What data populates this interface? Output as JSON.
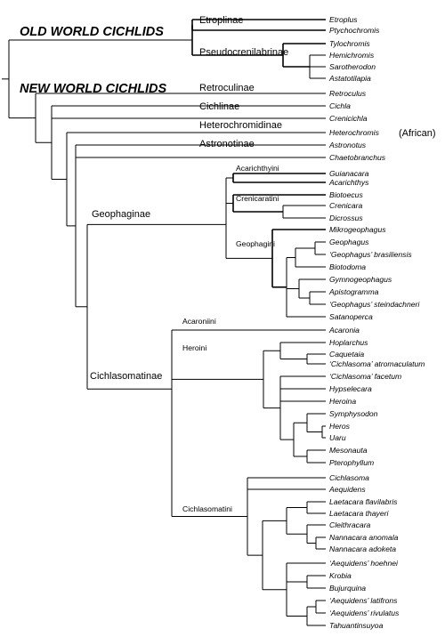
{
  "headings": {
    "old_world": "OLD WORLD CICHLIDS",
    "new_world": "NEW WORLD CICHLIDS"
  },
  "annotation": "(African)",
  "groups": [
    "Etroplinae",
    "Pseudocrenilabrinae",
    "Retroculinae",
    "Cichlinae",
    "Heterochromidinae",
    "Astronotinae",
    "Geophaginae",
    "Acarichthyini",
    "Crenicaratini",
    "Geophagini",
    "Cichlasomatinae",
    "Acaroniini",
    "Heroini",
    "Cichlasomatini"
  ],
  "taxa": [
    "Etroplus",
    "Ptychochromis",
    "Tylochromis",
    "Hemichromis",
    "Sarotherodon",
    "Astatotilapia",
    "Retroculus",
    "Cichla",
    "Crenicichla",
    "Heterochromis",
    "Astronotus",
    "Chaetobranchus",
    "Guianacara",
    "Acarichthys",
    "Biotoecus",
    "Crenicara",
    "Dicrossus",
    "Mikrogeophagus",
    "Geophagus",
    "‘Geophagus’ brasiliensis",
    "Biotodoma",
    "Gymnogeophagus",
    "Apistogramma",
    "‘Geophagus’ steindachneri",
    "Satanoperca",
    "Acaronia",
    "Hoplarchus",
    "Caquetaia",
    "‘Cichlasoma’ atromaculatum",
    "‘Cichlasoma’ facetum",
    "Hypselecara",
    "Heroina",
    "Symphysodon",
    "Heros",
    "Uaru",
    "Mesonauta",
    "Pterophyllum",
    "Cichlasoma",
    "Aequidens",
    "Laetacara flavilabris",
    "Laetacara thayeri",
    "Cleithracara",
    "Nannacara anomala",
    "Nannacara adoketa",
    "‘Aequidens’ hoehnei",
    "Krobia",
    "Bujurquina",
    "‘Aequidens’ latifrons",
    "‘Aequidens’ rivulatus",
    "Tahuantinsuyoa"
  ]
}
